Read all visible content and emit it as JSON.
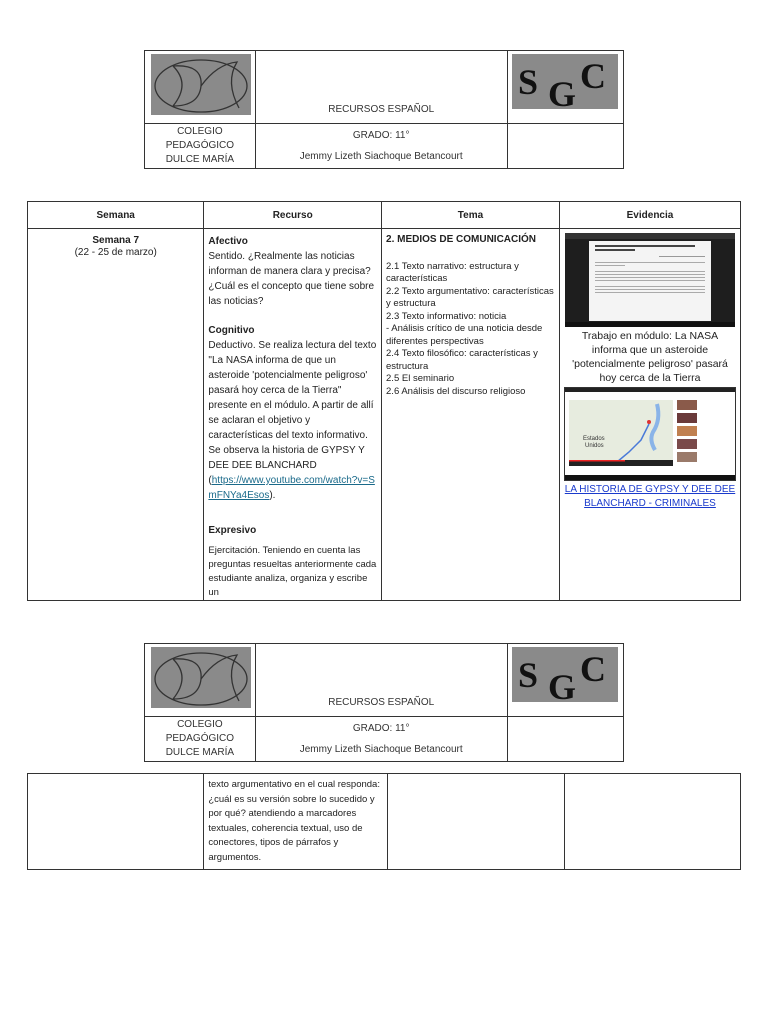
{
  "header": {
    "school_logo": "dulce-maria-fish-logo",
    "sgc_logo_text": "SGC",
    "title": "RECURSOS ESPAÑOL",
    "school_line1": "COLEGIO PEDAGÓGICO",
    "school_line2": "DULCE MARÍA",
    "grade": "GRADO: 11°",
    "teacher": "Jemmy Lizeth Siachoque Betancourt"
  },
  "table": {
    "columns": [
      "Semana",
      "Recurso",
      "Tema",
      "Evidencia"
    ],
    "week": {
      "label": "Semana 7",
      "dates": "(22 - 25 de marzo)"
    },
    "recurso": {
      "afectivo_heading": "Afectivo",
      "afectivo_text": "Sentido. ¿Realmente las noticias informan de manera clara y precisa? ¿Cuál es el concepto que tiene sobre las noticias?",
      "cognitivo_heading": "Cognitivo",
      "cognitivo_text": "Deductivo. Se realiza lectura del texto \"La NASA informa de que un asteroide 'potencialmente peligroso' pasará hoy cerca de la Tierra\" presente en el módulo. A partir de allí se aclaran el objetivo y características del texto informativo. Se observa la historia de GYPSY Y DEE DEE BLANCHARD",
      "link_open": "(",
      "link_url": "https://www.youtube.com/watch?v=SmFNYa4Esos",
      "link_close": ").",
      "expresivo_heading": "Expresivo",
      "expresivo_text": "Ejercitación. Teniendo en cuenta las preguntas resueltas anteriormente cada estudiante analiza, organiza y escribe un"
    },
    "tema": {
      "heading": "2. MEDIOS DE COMUNICACIÓN",
      "items": [
        "2.1 Texto narrativo: estructura y características",
        "2.2 Texto argumentativo: características y estructura",
        "2.3 Texto informativo: noticia",
        "- Análisis crítico de una noticia desde diferentes perspectivas",
        "2.4 Texto filosófico: características y estructura",
        "2.5 El seminario",
        "2.6 Análisis del discurso religioso"
      ]
    },
    "evidencia": {
      "screenshot1": "nasa-article-screenshot",
      "caption1": "Trabajo en módulo: La NASA informa que un asteroide 'potencialmente peligroso' pasará hoy cerca de la Tierra",
      "screenshot2": "youtube-video-screenshot",
      "link2": "LA HISTORIA DE GYPSY Y DEE DEE BLANCHARD - CRIMINALES"
    }
  },
  "continuation": {
    "recurso_text": "texto argumentativo en el cual responda: ¿cuál es su versión sobre lo sucedido y por qué? atendiendo a marcadores textuales, coherencia textual, uso de conectores, tipos de párrafos y argumentos."
  }
}
